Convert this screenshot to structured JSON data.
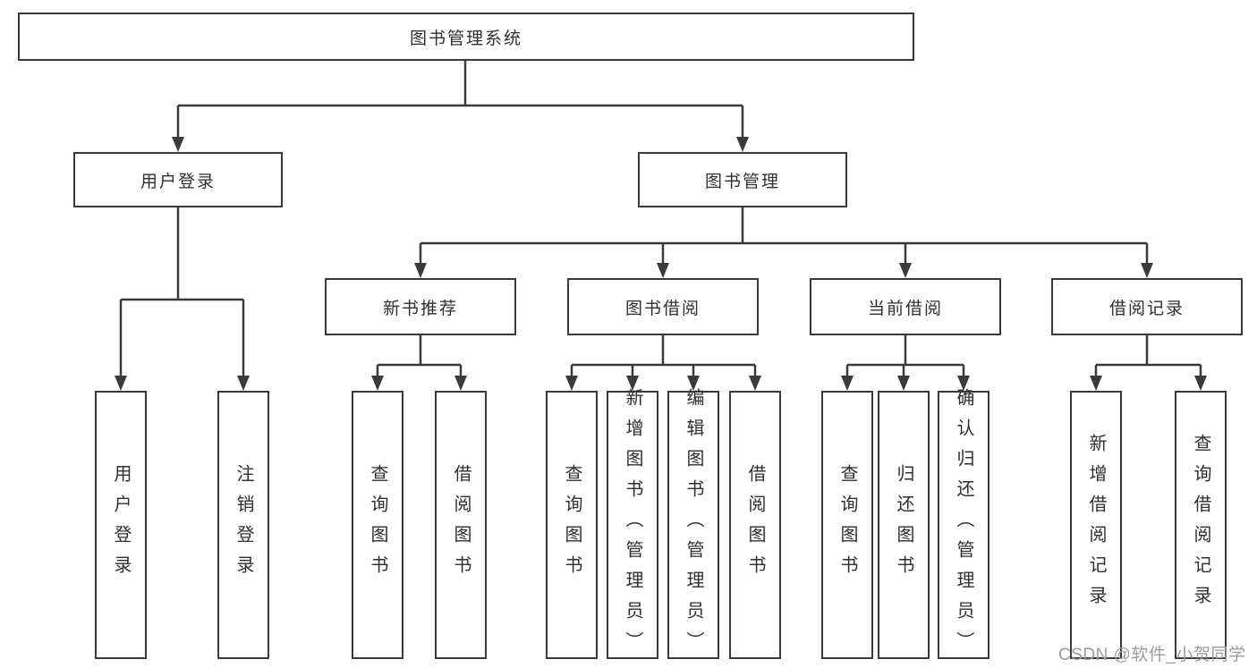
{
  "tree": {
    "root": {
      "label": "图书管理系统"
    },
    "children": [
      {
        "label": "用户登录",
        "children": [
          {
            "label": "用户登录"
          },
          {
            "label": "注销登录"
          }
        ]
      },
      {
        "label": "图书管理",
        "children": [
          {
            "label": "新书推荐",
            "children": [
              {
                "label": "查询图书"
              },
              {
                "label": "借阅图书"
              }
            ]
          },
          {
            "label": "图书借阅",
            "children": [
              {
                "label": "查询图书"
              },
              {
                "label": "新增图书（管理员）"
              },
              {
                "label": "编辑图书（管理员）"
              },
              {
                "label": "借阅图书"
              }
            ]
          },
          {
            "label": "当前借阅",
            "children": [
              {
                "label": "查询图书"
              },
              {
                "label": "归还图书"
              },
              {
                "label": "确认归还（管理员）"
              }
            ]
          },
          {
            "label": "借阅记录",
            "children": [
              {
                "label": "新增借阅记录"
              },
              {
                "label": "查询借阅记录"
              }
            ]
          }
        ]
      }
    ]
  },
  "watermark": {
    "text": "CSDN @软件_小贺同学"
  },
  "colors": {
    "line": "#3a3a3a",
    "node_border": "#3a3a3a",
    "node_text": "#2f2f2f",
    "watermark_text": "#9b9b9b",
    "background": "#ffffff"
  }
}
